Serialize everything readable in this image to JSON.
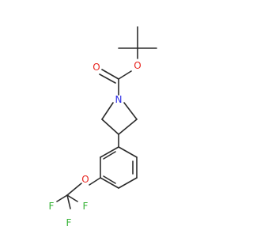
{
  "molecule": {
    "atoms": {
      "carbonyl_o": "O",
      "ester_o": "O",
      "nitrogen": "N",
      "ether_o": "O",
      "f_left": "F",
      "f_right": "F",
      "f_bottom": "F"
    },
    "colors": {
      "bond": "#2b2b2b",
      "oxygen": "#e8251f",
      "nitrogen": "#2a2ae6",
      "fluorine": "#33b233"
    }
  }
}
